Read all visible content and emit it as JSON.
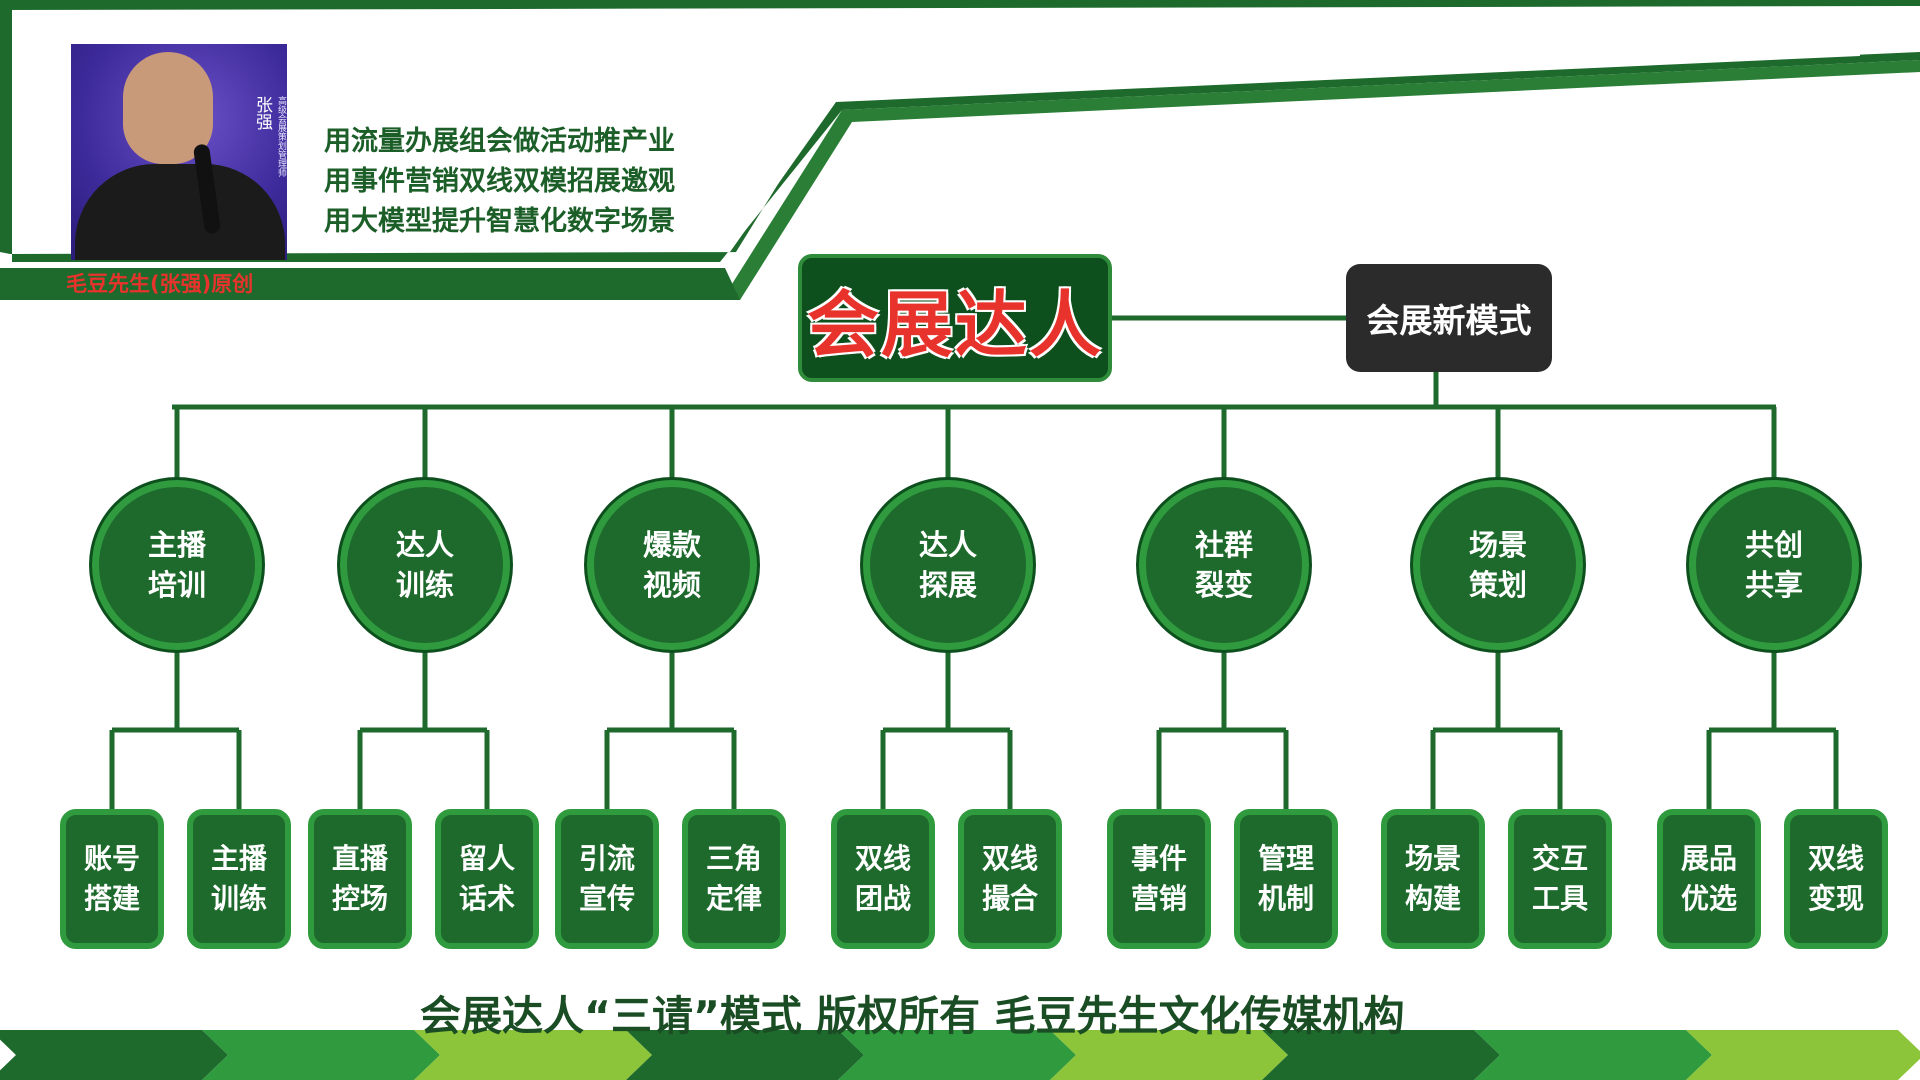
{
  "header": {
    "presenter_name": "张强",
    "presenter_role": "高级会展策划管理师",
    "credit": "毛豆先生(张强)原创",
    "slogans": [
      "用流量办展组会做活动推产业",
      "用事件营销双线双模招展邀观",
      "用大模型提升智慧化数字场景"
    ]
  },
  "diagram": {
    "title": "会展达人",
    "subtitle": "会展新模式",
    "categories": [
      {
        "label": "主播培训",
        "lines": [
          "主播",
          "培训"
        ],
        "children": [
          {
            "lines": [
              "账号",
              "搭建"
            ]
          },
          {
            "lines": [
              "主播",
              "训练"
            ]
          }
        ]
      },
      {
        "label": "达人训练",
        "lines": [
          "达人",
          "训练"
        ],
        "children": [
          {
            "lines": [
              "直播",
              "控场"
            ]
          },
          {
            "lines": [
              "留人",
              "话术"
            ]
          }
        ]
      },
      {
        "label": "爆款视频",
        "lines": [
          "爆款",
          "视频"
        ],
        "children": [
          {
            "lines": [
              "引流",
              "宣传"
            ]
          },
          {
            "lines": [
              "三角",
              "定律"
            ]
          }
        ]
      },
      {
        "label": "达人探展",
        "lines": [
          "达人",
          "探展"
        ],
        "children": [
          {
            "lines": [
              "双线",
              "团战"
            ]
          },
          {
            "lines": [
              "双线",
              "撮合"
            ]
          }
        ]
      },
      {
        "label": "社群裂变",
        "lines": [
          "社群",
          "裂变"
        ],
        "children": [
          {
            "lines": [
              "事件",
              "营销"
            ]
          },
          {
            "lines": [
              "管理",
              "机制"
            ]
          }
        ]
      },
      {
        "label": "场景策划",
        "lines": [
          "场景",
          "策划"
        ],
        "children": [
          {
            "lines": [
              "场景",
              "构建"
            ]
          },
          {
            "lines": [
              "交互",
              "工具"
            ]
          }
        ]
      },
      {
        "label": "共创共享",
        "lines": [
          "共创",
          "共享"
        ],
        "children": [
          {
            "lines": [
              "展品",
              "优选"
            ]
          },
          {
            "lines": [
              "双线",
              "变现"
            ]
          }
        ]
      }
    ]
  },
  "footer": {
    "text": "会展达人“三请”模式 版权所有 毛豆先生文化传媒机构"
  },
  "colors": {
    "dark_green": "#0d4f1d",
    "green": "#1d6a2c",
    "light_green": "#2f9a3e",
    "lime": "#8cc43a",
    "title_red": "#e8332c",
    "subtitle_bg": "#2b2b2b"
  }
}
